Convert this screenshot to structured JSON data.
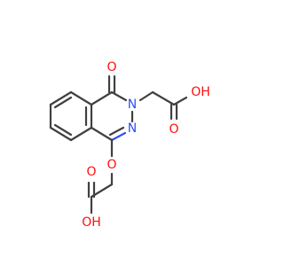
{
  "molecule": {
    "atoms": {
      "o_carbonyl": "O",
      "n2": "N",
      "n3": "N",
      "o_ether": "O",
      "o_acid1_oh": "OH",
      "o_acid1_dbl": "O",
      "o_acid2_dbl": "O",
      "o_acid2_oh": "OH"
    },
    "colors": {
      "carbon_bond": "#404040",
      "oxygen": "#ff0d0d",
      "nitrogen": "#3050f8",
      "background": "#ffffff"
    }
  }
}
